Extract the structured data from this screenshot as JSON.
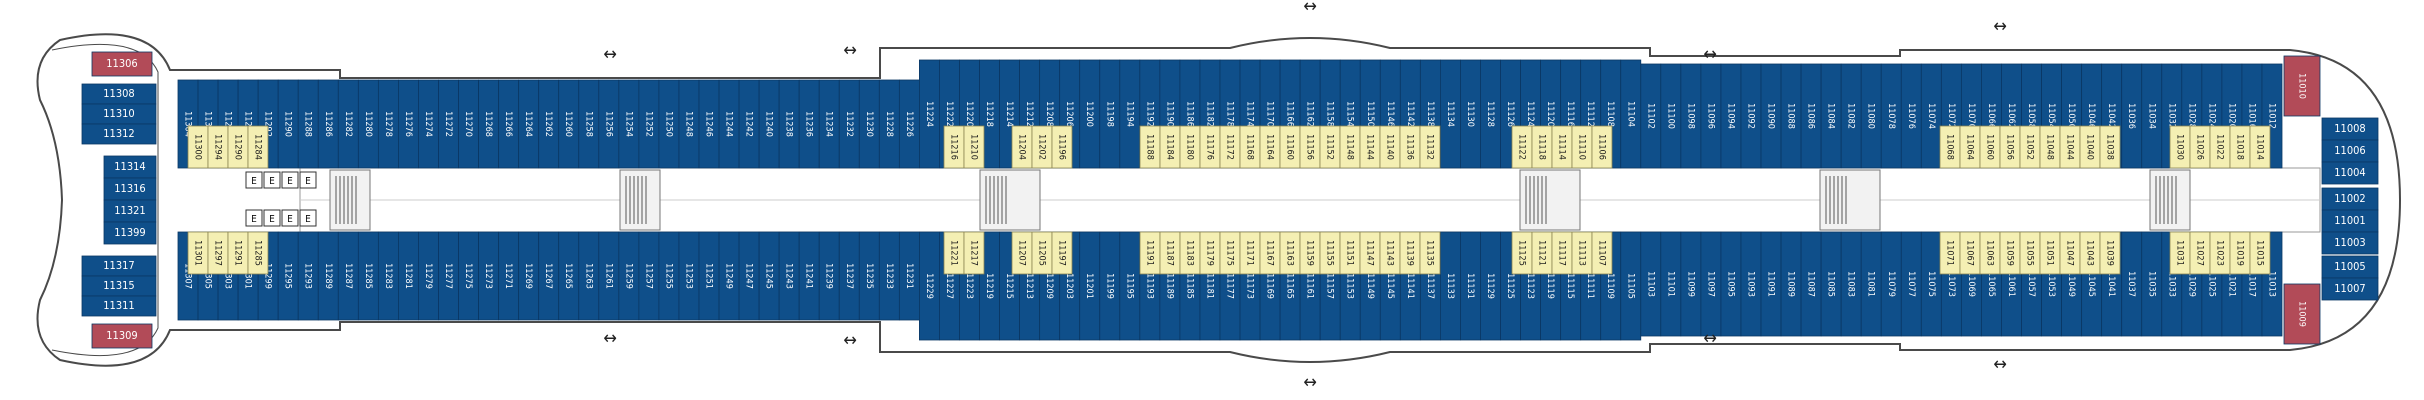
{
  "colors": {
    "outside": "#0f4f8a",
    "inside": "#f4efb3",
    "suite": "#b24b58",
    "hull": "#ffffff",
    "line": "#4a4a4a",
    "text_light": "#ffffff",
    "text_dark": "#1a1a1a",
    "service": "#f2f2f2"
  },
  "suites": [
    "11306",
    "11309",
    "11010",
    "11009"
  ],
  "aft_top_stack": [
    "11308",
    "11310",
    "11312"
  ],
  "aft_mid_stack": [
    "11314",
    "11316",
    "11321",
    "11399"
  ],
  "aft_bottom_stack": [
    "11317",
    "11315",
    "11311"
  ],
  "fwd_top_stack": [
    "11008",
    "11006",
    "11004"
  ],
  "fwd_mid_stack": [
    "11002",
    "11001",
    "11003"
  ],
  "fwd_bottom_stack": [
    "11005",
    "11007"
  ],
  "top_row": [
    "11304",
    "11302",
    "11298",
    "11296",
    "11292",
    "11290",
    "11288",
    "11286",
    "11282",
    "11280",
    "11278",
    "11276",
    "11274",
    "11272",
    "11270",
    "11268",
    "11266",
    "11264",
    "11262",
    "11260",
    "11258",
    "11256",
    "11254",
    "11252",
    "11250",
    "11248",
    "11246",
    "11244",
    "11242",
    "11240",
    "11238",
    "11236",
    "11234",
    "11232",
    "11230",
    "11228",
    "11226",
    "11224",
    "11222",
    "11220",
    "11218",
    "11214",
    "11212",
    "11208",
    "11206",
    "11200",
    "11198",
    "11194",
    "11192",
    "11190",
    "11186",
    "11182",
    "11178",
    "11174",
    "11170",
    "11166",
    "11162",
    "11158",
    "11154",
    "11150",
    "11146",
    "11142",
    "11138",
    "11134",
    "11130",
    "11128",
    "11126",
    "11124",
    "11120",
    "11116",
    "11112",
    "11108",
    "11104",
    "11102",
    "11100",
    "11098",
    "11096",
    "11094",
    "11092",
    "11090",
    "11088",
    "11086",
    "11084",
    "11082",
    "11080",
    "11078",
    "11076",
    "11074",
    "11072",
    "11070",
    "11066",
    "11062",
    "11058",
    "11054",
    "11050",
    "11046",
    "11042",
    "11036",
    "11034",
    "11032",
    "11028",
    "11024",
    "11020",
    "11016",
    "11012"
  ],
  "bottom_row": [
    "11307",
    "11305",
    "11303",
    "11301",
    "11299",
    "11295",
    "11293",
    "11289",
    "11287",
    "11285",
    "11283",
    "11281",
    "11279",
    "11277",
    "11275",
    "11273",
    "11271",
    "11269",
    "11267",
    "11265",
    "11263",
    "11261",
    "11259",
    "11257",
    "11255",
    "11253",
    "11251",
    "11249",
    "11247",
    "11245",
    "11243",
    "11241",
    "11239",
    "11237",
    "11235",
    "11233",
    "11231",
    "11229",
    "11227",
    "11223",
    "11219",
    "11215",
    "11213",
    "11209",
    "11203",
    "11201",
    "11199",
    "11195",
    "11193",
    "11189",
    "11185",
    "11181",
    "11177",
    "11173",
    "11169",
    "11165",
    "11161",
    "11157",
    "11153",
    "11149",
    "11145",
    "11141",
    "11137",
    "11133",
    "11131",
    "11129",
    "11125",
    "11123",
    "11119",
    "11115",
    "11111",
    "11109",
    "11105",
    "11103",
    "11101",
    "11099",
    "11097",
    "11095",
    "11093",
    "11091",
    "11089",
    "11087",
    "11085",
    "11083",
    "11081",
    "11079",
    "11077",
    "11075",
    "11073",
    "11069",
    "11065",
    "11061",
    "11057",
    "11053",
    "11049",
    "11045",
    "11041",
    "11037",
    "11035",
    "11033",
    "11029",
    "11025",
    "11021",
    "11017",
    "11013"
  ],
  "inside_top": [
    {
      "group": "aft",
      "cabins": [
        "11300",
        "11294",
        "11290",
        "11284"
      ]
    },
    {
      "group": "mid-a",
      "cabins": [
        "11216",
        "11210"
      ]
    },
    {
      "group": "mid-b",
      "cabins": [
        "11204",
        "11202",
        "11196"
      ]
    },
    {
      "group": "mid-c",
      "cabins": [
        "11188",
        "11184",
        "11180",
        "11176",
        "11172",
        "11168",
        "11164",
        "11160",
        "11156",
        "11152",
        "11148",
        "11144",
        "11140",
        "11136",
        "11132"
      ]
    },
    {
      "group": "mid-d",
      "cabins": [
        "11122",
        "11118",
        "11114",
        "11110",
        "11106"
      ]
    },
    {
      "group": "fwd-a",
      "cabins": [
        "11068",
        "11064",
        "11060",
        "11056",
        "11052",
        "11048",
        "11044",
        "11040",
        "11038"
      ]
    },
    {
      "group": "fwd-b",
      "cabins": [
        "11030",
        "11026",
        "11022",
        "11018",
        "11014"
      ]
    }
  ],
  "inside_bottom": [
    {
      "group": "aft",
      "cabins": [
        "11301",
        "11297",
        "11291",
        "11285"
      ]
    },
    {
      "group": "mid-a",
      "cabins": [
        "11221",
        "11217"
      ]
    },
    {
      "group": "mid-b",
      "cabins": [
        "11207",
        "11205",
        "11197"
      ]
    },
    {
      "group": "mid-c",
      "cabins": [
        "11191",
        "11187",
        "11183",
        "11179",
        "11175",
        "11171",
        "11167",
        "11163",
        "11159",
        "11155",
        "11151",
        "11147",
        "11143",
        "11139",
        "11135"
      ]
    },
    {
      "group": "mid-d",
      "cabins": [
        "11125",
        "11121",
        "11117",
        "11113",
        "11107"
      ]
    },
    {
      "group": "fwd-a",
      "cabins": [
        "11071",
        "11067",
        "11063",
        "11059",
        "11055",
        "11051",
        "11047",
        "11043",
        "11039"
      ]
    },
    {
      "group": "fwd-b",
      "cabins": [
        "11031",
        "11027",
        "11023",
        "11019",
        "11015"
      ]
    }
  ],
  "icons": {
    "elevator": "E",
    "lifeboat_arrow": "↔"
  }
}
